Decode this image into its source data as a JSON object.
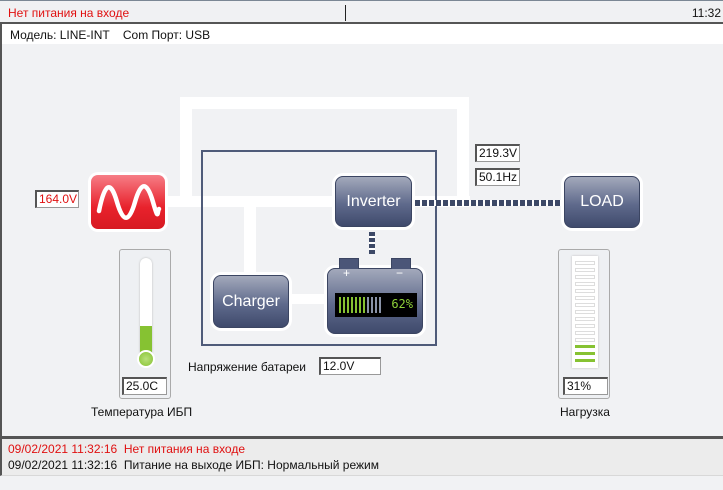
{
  "status": {
    "message": "Нет питания на входе",
    "time": "11:32"
  },
  "info": {
    "model_text": "Модель: LINE-INT    Com Порт: USB"
  },
  "input": {
    "voltage": "164.0V"
  },
  "output": {
    "voltage": "219.3V",
    "frequency": "50.1Hz"
  },
  "blocks": {
    "inverter": "Inverter",
    "charger": "Charger",
    "load": "LOAD"
  },
  "battery": {
    "percent_label": "62%",
    "level_percent": 62,
    "bars_total": 11,
    "bars_lit": 7,
    "plus": "+",
    "minus": "−",
    "voltage_label": "Напряжение батареи",
    "voltage": "12.0V"
  },
  "temperature": {
    "value": "25.0C",
    "label": "Температура ИБП",
    "fill_fraction": 0.36
  },
  "load": {
    "value": "31%",
    "label": "Нагрузка",
    "bars_total": 15,
    "bars_lit": 3
  },
  "colors": {
    "alert": "#e01010",
    "level": "#86c232",
    "block": "#4f5b79"
  },
  "log": [
    {
      "timestamp": "09/02/2021 11:32:16",
      "message": "Нет питания на входе",
      "alert": true
    },
    {
      "timestamp": "09/02/2021 11:32:16",
      "message": "Питание на выходе ИБП: Нормальный режим",
      "alert": false
    }
  ]
}
